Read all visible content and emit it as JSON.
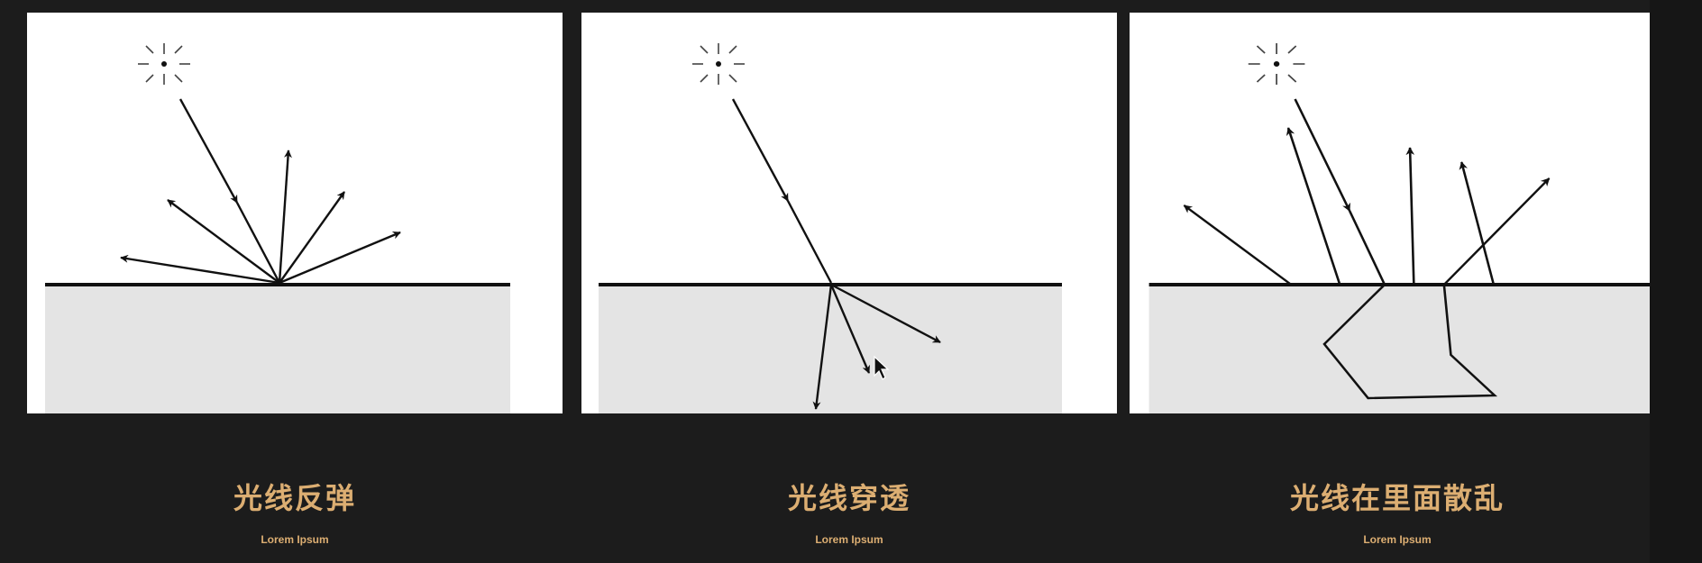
{
  "panels": [
    {
      "title": "光线反弹",
      "subtitle": "Lorem Ipsum"
    },
    {
      "title": "光线穿透",
      "subtitle": "Lorem Ipsum"
    },
    {
      "title": "光线在里面散乱",
      "subtitle": "Lorem Ipsum"
    }
  ],
  "colors": {
    "background": "#1c1c1c",
    "panel": "#ffffff",
    "material": "#e4e4e4",
    "line": "#111111",
    "caption": "#dcae72"
  },
  "icons": [
    "sun-icon",
    "mouse-cursor-icon"
  ]
}
